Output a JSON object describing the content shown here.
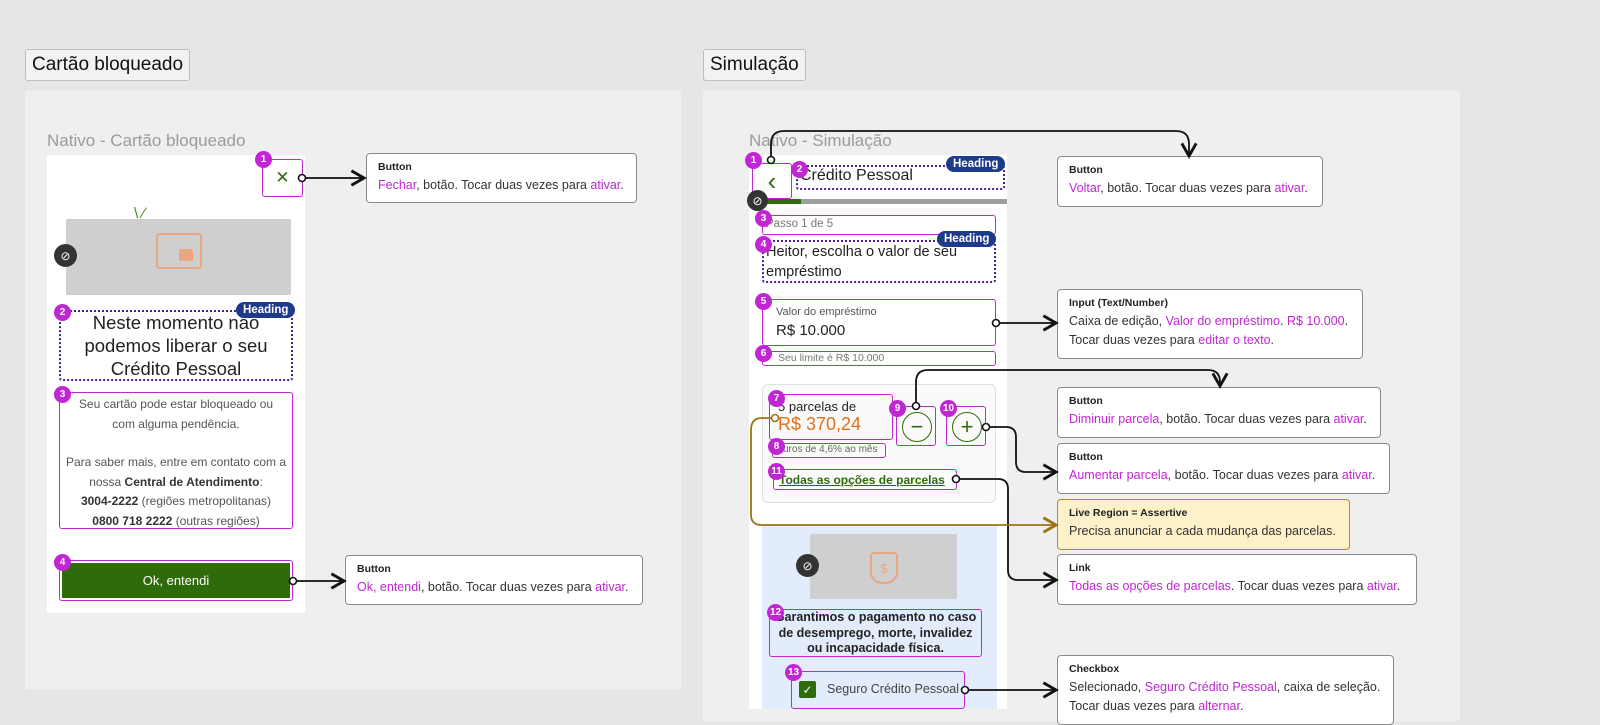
{
  "frames": {
    "left_tag": "Cartão bloqueado",
    "right_tag": "Simulação",
    "left_title": "Nativo - Cartão bloqueado",
    "right_title": "Nativo - Simulação"
  },
  "left_screen": {
    "badges": [
      "1",
      "2",
      "3",
      "4"
    ],
    "heading_tag": "Heading",
    "close_glyph": "✕",
    "headline": "Neste momento não podemos liberar o seu Crédito Pessoal",
    "body_line1": "Seu cartão pode estar bloqueado ou",
    "body_line2": "com alguma pendência.",
    "body_line3": "Para saber mais, entre em contato com a",
    "body_line4_pre": "nossa ",
    "body_line4_bold": "Central de Atendimento",
    "body_line4_post": ":",
    "phone1": "3004-2222",
    "phone1_note": " (regiões metropolitanas)",
    "phone2": "0800 718 2222",
    "phone2_note": " (outras regiões)",
    "ok_button": "Ok, entendi"
  },
  "right_screen": {
    "badges": [
      "1",
      "2",
      "3",
      "4",
      "5",
      "6",
      "7",
      "8",
      "9",
      "10",
      "11",
      "12",
      "13"
    ],
    "heading_tag": "Heading",
    "back_glyph": "‹",
    "app_title": "Crédito Pessoal",
    "step": "Passo 1 de 5",
    "question": "Heitor, escolha o valor de seu empréstimo",
    "loan_label": "Valor do empréstimo",
    "loan_value": "R$ 10.000",
    "limit": "Seu limite é R$ 10.000",
    "installments_label": "5 parcelas de",
    "installments_value": "R$ 370,24",
    "interest": "Juros de 4,6% ao mês",
    "all_options": "Todas as opções de parcelas",
    "guarantee": "Garantimos o pagamento no caso de desemprego, morte, invalidez ou incapacidade física.",
    "insurance": "Seguro Crédito Pessoal",
    "minus_glyph": "−",
    "plus_glyph": "+",
    "check_glyph": "✓"
  },
  "annotations": {
    "close": {
      "type": "Button",
      "a": "Fechar",
      "b": ", botão. Tocar duas vezes para ",
      "c": "ativar",
      "d": "."
    },
    "ok": {
      "type": "Button",
      "a": "Ok, entendi",
      "b": ", botão. Tocar duas vezes para ",
      "c": "ativar",
      "d": "."
    },
    "back": {
      "type": "Button",
      "a": "Voltar",
      "b": ", botão. Tocar duas vezes para ",
      "c": "ativar",
      "d": "."
    },
    "input": {
      "type": "Input (Text/Number)",
      "pre": "Caixa de edição, ",
      "a": "Valor do empréstimo",
      "sep": ". ",
      "b": "R$ 10.000",
      "end": ".",
      "line2_pre": "Tocar duas vezes para ",
      "line2_link": "editar o texto",
      "line2_end": "."
    },
    "minus": {
      "type": "Button",
      "a": "Diminuir parcela",
      "b": ", botão. Tocar duas vezes para ",
      "c": "ativar",
      "d": "."
    },
    "plus": {
      "type": "Button",
      "a": "Aumentar parcela",
      "b": ", botão. Tocar duas vezes para ",
      "c": "ativar",
      "d": "."
    },
    "live": {
      "type": "Live Region = Assertive",
      "text": "Precisa anunciar a cada mudança das parcelas."
    },
    "link": {
      "type": "Link",
      "a": "Todas as opções de parcelas",
      "b": ". Tocar duas vezes para ",
      "c": "ativar",
      "d": "."
    },
    "checkbox": {
      "type": "Checkbox",
      "pre": "Selecionado, ",
      "a": "Seguro Crédito Pessoal",
      "b": ", caixa de seleção.",
      "line2_pre": "Tocar duas vezes para ",
      "line2_link": "alternar",
      "line2_end": "."
    }
  },
  "colors": {
    "accent": "#c026d3",
    "heading_tag": "#1e3a8a",
    "primary_button": "#2e6b0a",
    "highlight_value": "#e0711a",
    "live_region": "#fdf1c9",
    "link_green": "#2e6b0a"
  }
}
